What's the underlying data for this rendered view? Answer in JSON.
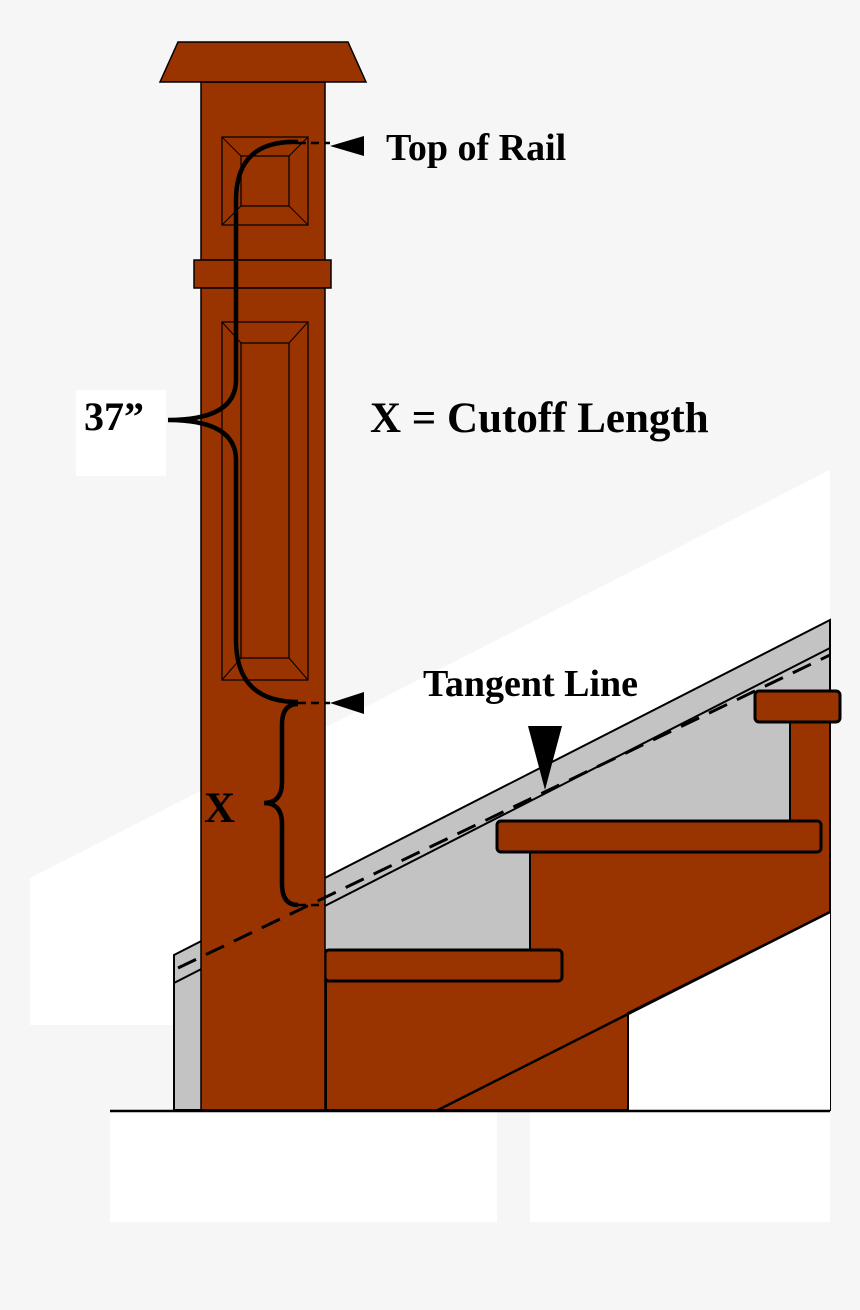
{
  "labels": {
    "top_of_rail": "Top of Rail",
    "height": "37”",
    "formula": "X = Cutoff Length",
    "tangent_line": "Tangent Line",
    "x": "X"
  },
  "colors": {
    "wood": "#993300",
    "outline": "#000000",
    "background": "#f6f6f6",
    "stringer_gray": "#c3c3c3",
    "white": "#ffffff"
  }
}
